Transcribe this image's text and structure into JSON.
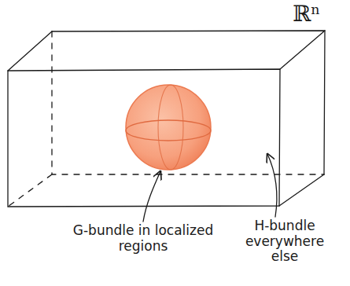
{
  "diagram": {
    "labels": [
      "ℝⁿ",
      "G-bundle in localized regions",
      "H-bundle everywhere else"
    ]
  }
}
